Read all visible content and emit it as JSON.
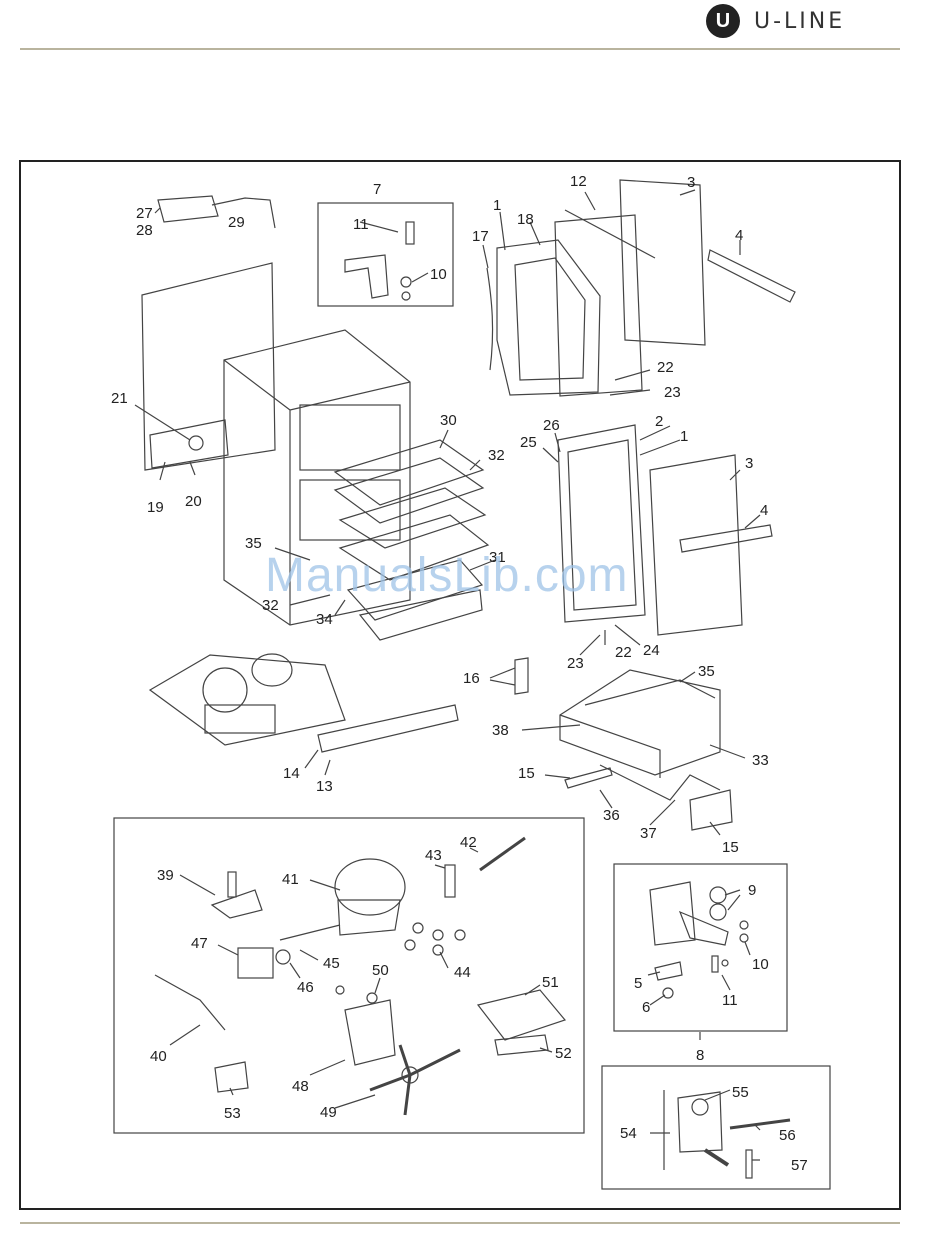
{
  "brand": {
    "mark": "U",
    "name": "U-LINE"
  },
  "watermark": "ManualsLib.com",
  "labels": [
    "27",
    "28",
    "29",
    "7",
    "11",
    "10",
    "1",
    "18",
    "12",
    "3",
    "17",
    "4",
    "22",
    "23",
    "21",
    "19",
    "20",
    "30",
    "32",
    "35",
    "31",
    "32",
    "34",
    "26",
    "25",
    "2",
    "1",
    "3",
    "4",
    "23",
    "22",
    "24",
    "16",
    "35",
    "38",
    "33",
    "15",
    "36",
    "37",
    "15",
    "14",
    "13",
    "42",
    "43",
    "39",
    "41",
    "47",
    "45",
    "46",
    "44",
    "50",
    "51",
    "40",
    "48",
    "49",
    "52",
    "53",
    "9",
    "10",
    "5",
    "6",
    "11",
    "8",
    "55",
    "54",
    "56",
    "57"
  ]
}
